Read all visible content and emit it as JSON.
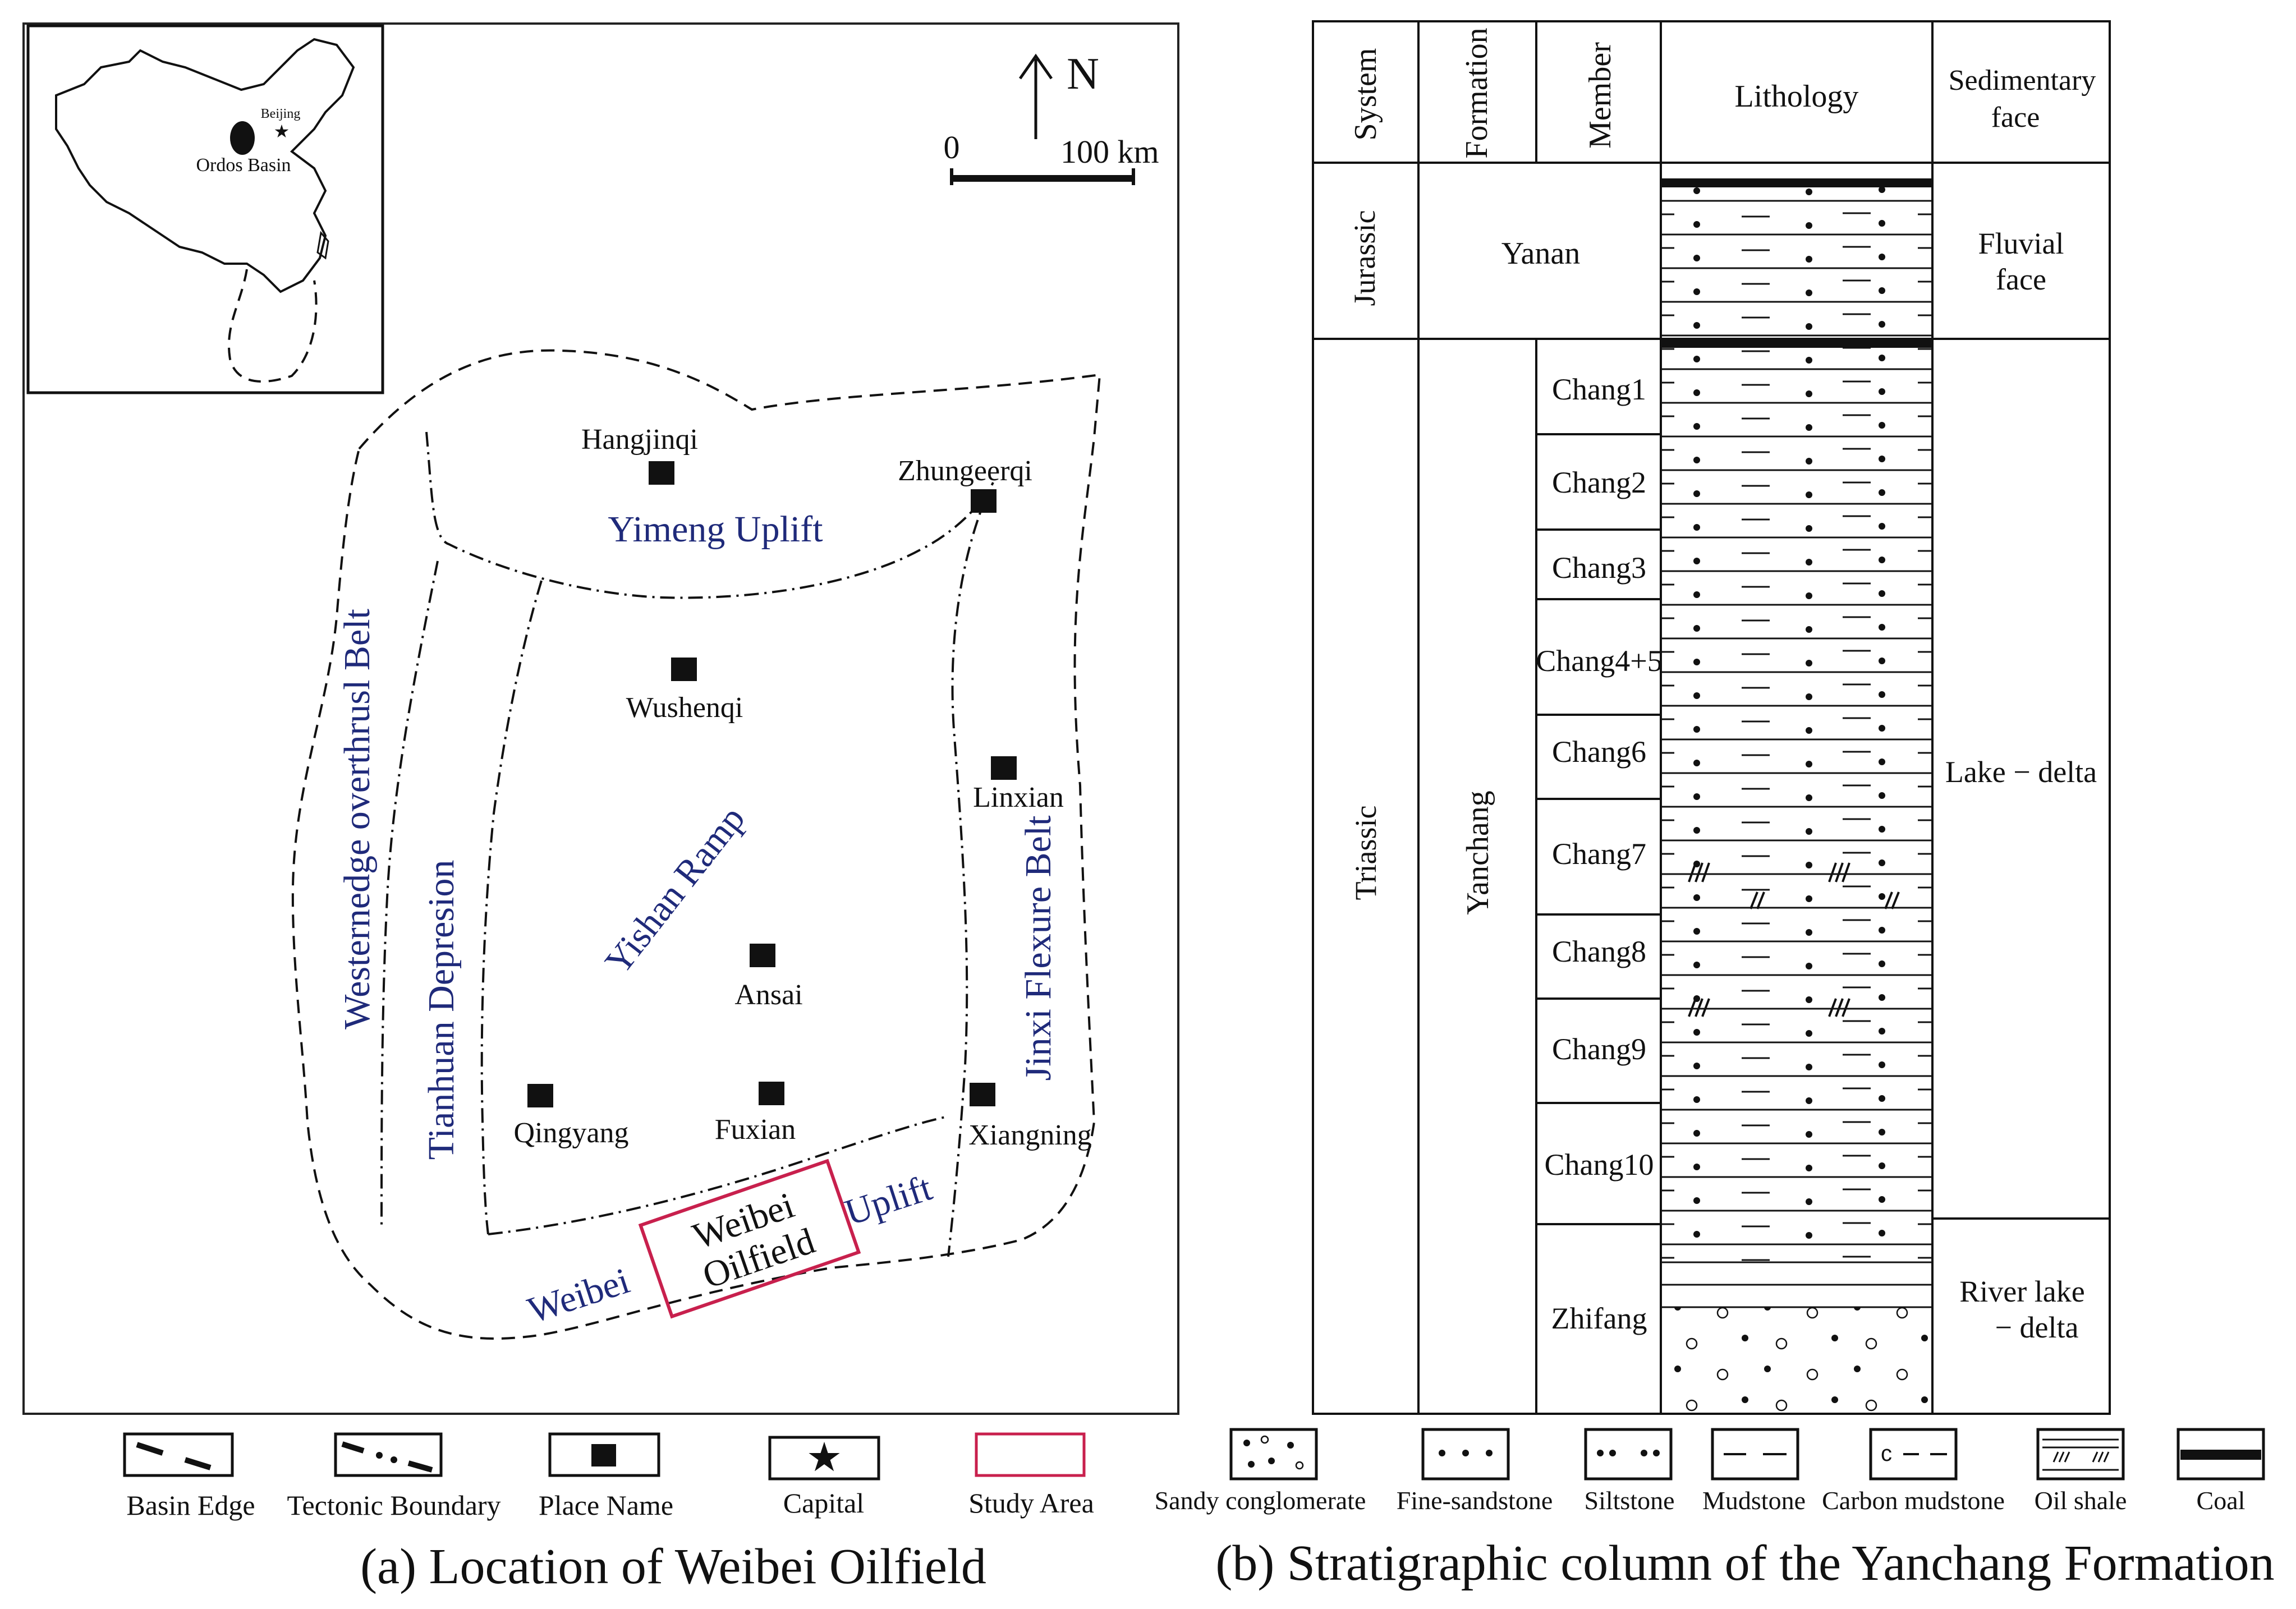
{
  "panel_a": {
    "caption": "(a) Location  of  Weibei Oilfield",
    "inset": {
      "beijing": "Beijing",
      "ordos": "Ordos Basin"
    },
    "north": "N",
    "scale_zero": "0",
    "scale_max": "100 km",
    "places": {
      "hangjinqi": "Hangjinqi",
      "zhungeerqi": "Zhungeerqi",
      "wushenqi": "Wushenqi",
      "linxian": "Linxian",
      "ansai": "Ansai",
      "qingyang": "Qingyang",
      "fuxian": "Fuxian",
      "xiangning": "Xiangning"
    },
    "units": {
      "yimeng": "Yimeng Uplift",
      "westernedge": "Westernedge overthrusl Belt",
      "tianhuan": "Tianhuan Depresion",
      "yishan": "Yishan Ramp",
      "jinxi": "Jinxi Flexure Belt",
      "weibei": "Weibei",
      "uplift": "Uplift"
    },
    "study_area_line1": "Weibei",
    "study_area_line2": "Oilfield",
    "legend": {
      "basin_edge": "Basin Edge",
      "tectonic_boundary": "Tectonic Boundary",
      "place_name": "Place Name",
      "capital": "Capital",
      "study_area": "Study Area"
    },
    "colors": {
      "unit_text": "#1f2a7a",
      "study_area": "#c8204d"
    }
  },
  "panel_b": {
    "caption": "(b) Stratigraphic column of the Yanchang Formation",
    "headers": {
      "system": "System",
      "formation": "Formation",
      "member": "Member",
      "lithology": "Lithology",
      "face_line1": "Sedimentary",
      "face_line2": "face"
    },
    "systems": {
      "jurassic": "Jurassic",
      "triassic": "Triassic"
    },
    "formations": {
      "yanan": "Yanan",
      "yanchang": "Yanchang"
    },
    "members": [
      "Chang1",
      "Chang2",
      "Chang3",
      "Chang4+5",
      "Chang6",
      "Chang7",
      "Chang8",
      "Chang9",
      "Chang10",
      "Zhifang"
    ],
    "faces": {
      "fluvial_line1": "Fluvial",
      "fluvial_line2": "face",
      "lake_delta": "Lake  − delta",
      "river_line1": "River lake",
      "river_line2": "− delta"
    },
    "legend": {
      "sandy_conglomerate": "Sandy conglomerate",
      "fine_sandstone": "Fine-sandstone",
      "siltstone": "Siltstone",
      "mudstone": "Mudstone",
      "carbon_mudstone": "Carbon mudstone",
      "oil_shale": "Oil shale",
      "coal": "Coal"
    }
  }
}
